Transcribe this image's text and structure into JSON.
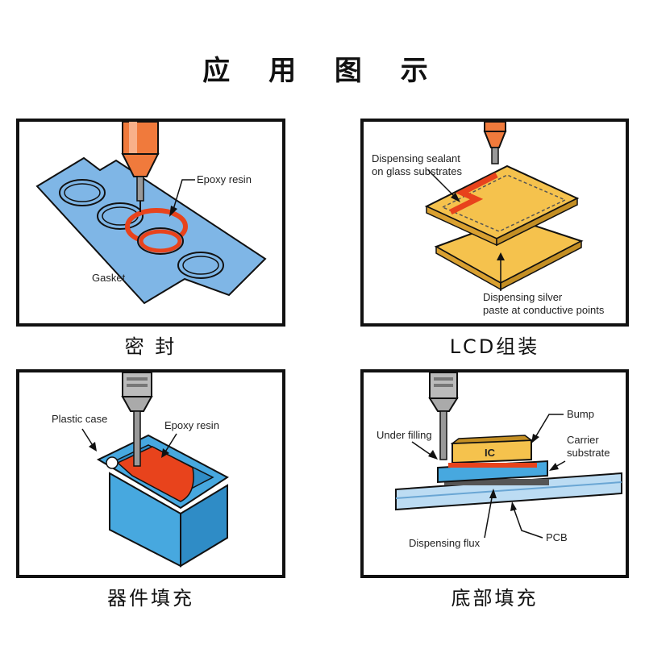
{
  "page_title": "应 用 图 示",
  "panels": [
    {
      "caption": "密 封",
      "labels": {
        "epoxy": "Epoxy resin",
        "gasket": "Gasket"
      }
    },
    {
      "caption": "LCD组装",
      "labels": {
        "sealant_1": "Dispensing sealant",
        "sealant_2": "on glass substrates",
        "silver_1": "Dispensing silver",
        "silver_2": "paste at conductive points"
      }
    },
    {
      "caption": "器件填充",
      "labels": {
        "plastic": "Plastic case",
        "epoxy": "Epoxy resin"
      }
    },
    {
      "caption": "底部填充",
      "labels": {
        "bump": "Bump",
        "under": "Under filling",
        "carrier_1": "Carrier",
        "carrier_2": "substrate",
        "ic": "IC",
        "flux": "Dispensing flux",
        "pcb": "PCB"
      }
    }
  ],
  "colors": {
    "gasket_blue": "#7fb6e6",
    "resin_red": "#e8431c",
    "needle_orange": "#f07a3c",
    "glass_yellow": "#f5c24d",
    "case_blue": "#47a8df",
    "pcb_blue": "#bcdcf3"
  }
}
